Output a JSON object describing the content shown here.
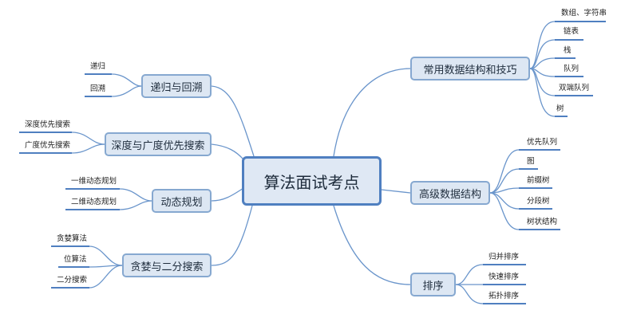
{
  "root": "算法面试考点",
  "branches": {
    "ds": {
      "label": "常用数据结构和技巧",
      "items": [
        "数组、字符串",
        "链表",
        "栈",
        "队列",
        "双端队列",
        "树"
      ]
    },
    "adv": {
      "label": "高级数据结构",
      "items": [
        "优先队列",
        "图",
        "前缀树",
        "分段树",
        "树状结构"
      ]
    },
    "sort": {
      "label": "排序",
      "items": [
        "归并排序",
        "快速排序",
        "拓扑排序"
      ]
    },
    "rec": {
      "label": "递归与回溯",
      "items": [
        "递归",
        "回溯"
      ]
    },
    "search": {
      "label": "深度与广度优先搜索",
      "items": [
        "深度优先搜索",
        "广度优先搜索"
      ]
    },
    "dp": {
      "label": "动态规划",
      "items": [
        "一维动态规划",
        "二维动态规划"
      ]
    },
    "greedy": {
      "label": "贪婪与二分搜索",
      "items": [
        "贪婪算法",
        "位算法",
        "二分搜索"
      ]
    }
  },
  "colors": {
    "line": "#4f7fc0",
    "node_fill": "#dde7f3",
    "node_border": "#86a8d0"
  }
}
